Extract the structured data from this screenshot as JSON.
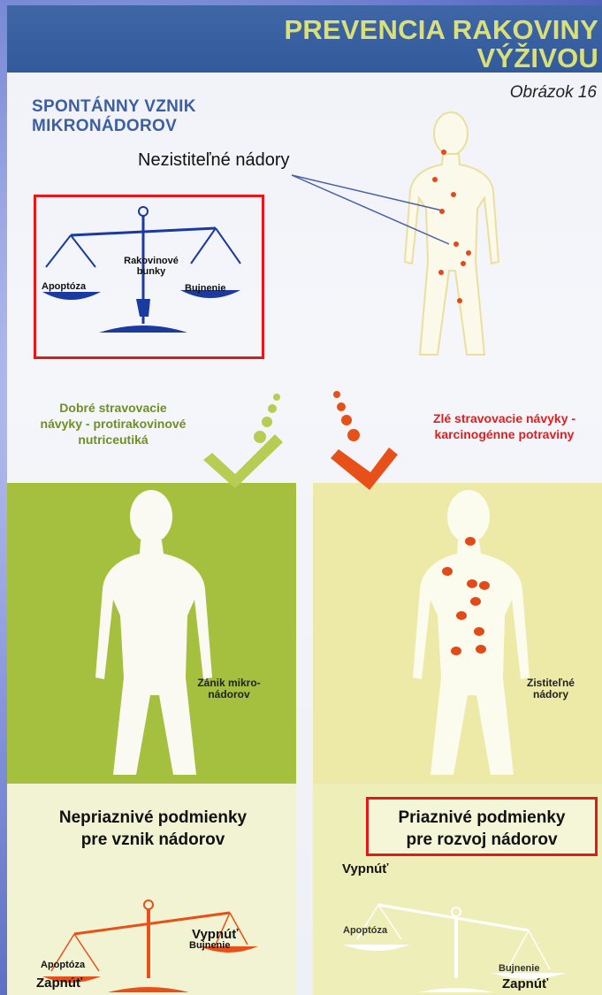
{
  "header": {
    "line1": "PREVENCIA RAKOVINY",
    "line2": "VÝŽIVOU",
    "figure_label": "Obrázok 16"
  },
  "top": {
    "title_line1": "SPONTÁNNY VZNIK",
    "title_line2": "MIKRONÁDOROV",
    "undetectable_label": "Nezistiteľné nádory",
    "scale_center_line1": "Rakovinové",
    "scale_center_line2": "bunky",
    "scale_left": "Apoptóza",
    "scale_right": "Bujnenie"
  },
  "paths": {
    "good_line1": "Dobré stravovacie",
    "good_line2": "návyky - protirakovinové",
    "good_line3": "nutriceutiká",
    "bad_line1": "Zlé stravovacie návyky -",
    "bad_line2": "karcinogénne potraviny"
  },
  "left_panel": {
    "body_label_line1": "Zánik mikro-",
    "body_label_line2": "nádorov",
    "condition_line1": "Nepriaznivé podmienky",
    "condition_line2": "pre vznik nádorov",
    "off_label": "Vypnúť",
    "right_pan": "Bujnenie",
    "left_pan": "Apoptóza",
    "on_label": "Zapnúť"
  },
  "right_panel": {
    "body_label_line1": "Zistiteľné",
    "body_label_line2": "nádory",
    "condition_line1": "Priaznivé podmienky",
    "condition_line2": "pre rozvoj nádorov",
    "off_label": "Vypnúť",
    "left_pan": "Apoptóza",
    "right_pan": "Bujnenie",
    "on_label": "Zapnúť"
  },
  "colors": {
    "header_bg": "#3a61a2",
    "header_text": "#d9e07a",
    "title_blue": "#3c5fa3",
    "scale_blue": "#1a3aa0",
    "good_green": "#a5bf3f",
    "bad_red": "#e8501a",
    "tumor_red": "#e24a1a",
    "highlight_red": "#e4181a"
  }
}
